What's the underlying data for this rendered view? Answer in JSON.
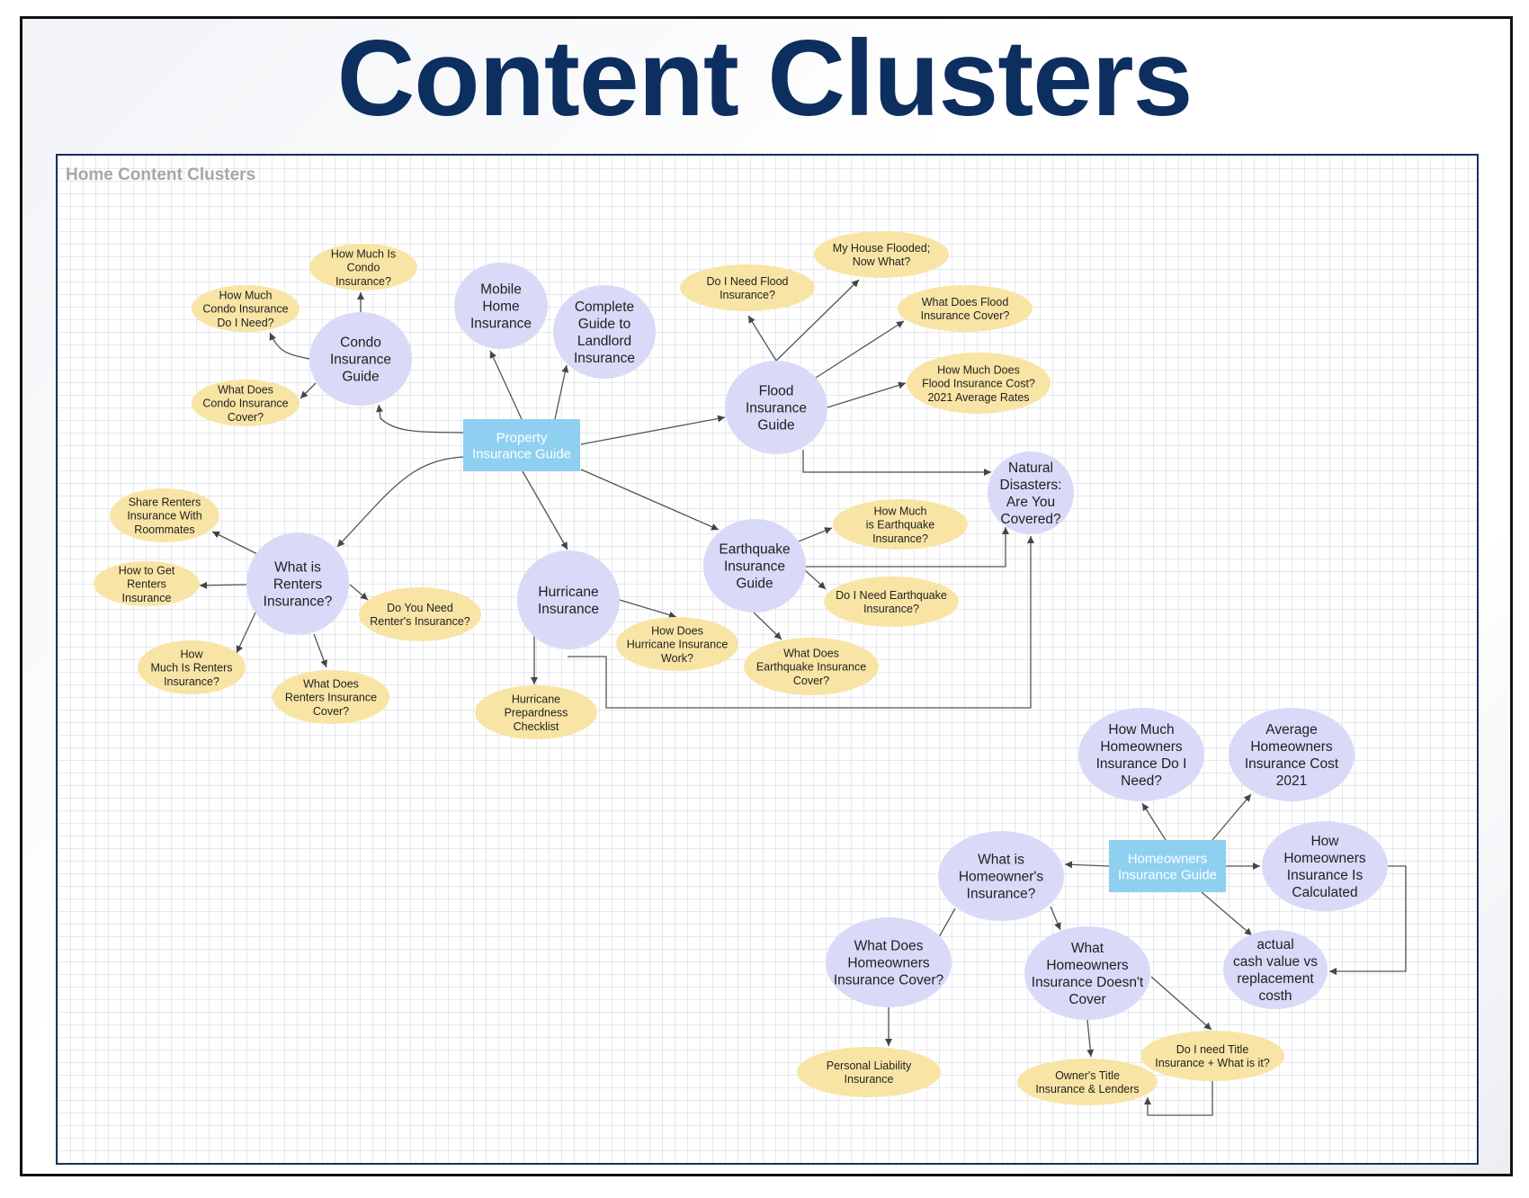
{
  "title": "Content Clusters",
  "diagram_title": "Home Content Clusters",
  "colors": {
    "title": "#0d2f5f",
    "board_border": "#17335c",
    "hub_fill": "#8fd0f1",
    "topic_fill": "#d9daf8",
    "question_fill": "#f8e5a6",
    "edge": "#555555"
  },
  "nodes": [
    {
      "id": "property",
      "kind": "hub",
      "lines": [
        "Property",
        "Insurance Guide"
      ]
    },
    {
      "id": "condo",
      "kind": "topic",
      "lines": [
        "Condo",
        "Insurance",
        "Guide"
      ]
    },
    {
      "id": "mobile",
      "kind": "topic",
      "lines": [
        "Mobile",
        "Home",
        "Insurance"
      ]
    },
    {
      "id": "landlord",
      "kind": "topic",
      "lines": [
        "Complete",
        "Guide to",
        "Landlord",
        "Insurance"
      ]
    },
    {
      "id": "flood",
      "kind": "topic",
      "lines": [
        "Flood",
        "Insurance",
        "Guide"
      ]
    },
    {
      "id": "natural",
      "kind": "topic",
      "lines": [
        "Natural",
        "Disasters:",
        "Are You",
        "Covered?"
      ]
    },
    {
      "id": "renters",
      "kind": "topic",
      "lines": [
        "What is",
        "Renters",
        "Insurance?"
      ]
    },
    {
      "id": "hurricane",
      "kind": "topic",
      "lines": [
        "Hurricane",
        "Insurance"
      ]
    },
    {
      "id": "earthquake",
      "kind": "topic",
      "lines": [
        "Earthquake",
        "Insurance",
        "Guide"
      ]
    },
    {
      "id": "condo_much",
      "kind": "question",
      "lines": [
        "How Much Is",
        "Condo",
        "Insurance?"
      ]
    },
    {
      "id": "condo_need",
      "kind": "question",
      "lines": [
        "How Much",
        "Condo Insurance",
        "Do I Need?"
      ]
    },
    {
      "id": "condo_cover",
      "kind": "question",
      "lines": [
        "What Does",
        "Condo Insurance",
        "Cover?"
      ]
    },
    {
      "id": "flood_need",
      "kind": "question",
      "lines": [
        "Do I Need Flood",
        "Insurance?"
      ]
    },
    {
      "id": "flood_house",
      "kind": "question",
      "lines": [
        "My House Flooded;",
        "Now What?"
      ]
    },
    {
      "id": "flood_cover",
      "kind": "question",
      "lines": [
        "What Does Flood",
        "Insurance Cover?"
      ]
    },
    {
      "id": "flood_cost",
      "kind": "question",
      "lines": [
        "How Much Does",
        "Flood Insurance Cost?",
        "2021 Average Rates"
      ]
    },
    {
      "id": "renters_share",
      "kind": "question",
      "lines": [
        "Share Renters",
        "Insurance With",
        "Roommates"
      ]
    },
    {
      "id": "renters_get",
      "kind": "question",
      "lines": [
        "How to Get",
        "Renters",
        "Insurance"
      ]
    },
    {
      "id": "renters_need",
      "kind": "question",
      "lines": [
        "Do You Need",
        "Renter's Insurance?"
      ]
    },
    {
      "id": "renters_much",
      "kind": "question",
      "lines": [
        "How",
        "Much Is Renters",
        "Insurance?"
      ]
    },
    {
      "id": "renters_cover",
      "kind": "question",
      "lines": [
        "What Does",
        "Renters Insurance",
        "Cover?"
      ]
    },
    {
      "id": "hurricane_check",
      "kind": "question",
      "lines": [
        "Hurricane",
        "Prepardness",
        "Checklist"
      ]
    },
    {
      "id": "hurricane_work",
      "kind": "question",
      "lines": [
        "How Does",
        "Hurricane Insurance",
        "Work?"
      ]
    },
    {
      "id": "eq_much",
      "kind": "question",
      "lines": [
        "How Much",
        "is Earthquake",
        "Insurance?"
      ]
    },
    {
      "id": "eq_need",
      "kind": "question",
      "lines": [
        "Do I Need Earthquake",
        "Insurance?"
      ]
    },
    {
      "id": "eq_cover",
      "kind": "question",
      "lines": [
        "What Does",
        "Earthquake Insurance",
        "Cover?"
      ]
    },
    {
      "id": "homeowners",
      "kind": "hub",
      "lines": [
        "Homeowners",
        "Insurance Guide"
      ]
    },
    {
      "id": "ho_much",
      "kind": "topic",
      "lines": [
        "How Much",
        "Homeowners",
        "Insurance Do I",
        "Need?"
      ]
    },
    {
      "id": "ho_avg",
      "kind": "topic",
      "lines": [
        "Average",
        "Homeowners",
        "Insurance Cost",
        "2021"
      ]
    },
    {
      "id": "ho_what",
      "kind": "topic",
      "lines": [
        "What is",
        "Homeowner's",
        "Insurance?"
      ]
    },
    {
      "id": "ho_calc",
      "kind": "topic",
      "lines": [
        "How",
        "Homeowners",
        "Insurance Is",
        "Calculated"
      ]
    },
    {
      "id": "ho_cover",
      "kind": "topic",
      "lines": [
        "What Does",
        "Homeowners",
        "Insurance Cover?"
      ]
    },
    {
      "id": "ho_notcover",
      "kind": "topic",
      "lines": [
        "What",
        "Homeowners",
        "Insurance Doesn't",
        "Cover"
      ]
    },
    {
      "id": "ho_acv",
      "kind": "topic",
      "lines": [
        "actual",
        "cash value vs",
        "replacement",
        "costh"
      ]
    },
    {
      "id": "ho_liability",
      "kind": "question",
      "lines": [
        "Personal Liability",
        "Insurance"
      ]
    },
    {
      "id": "ho_title_own",
      "kind": "question",
      "lines": [
        "Owner's Title",
        "Insurance & Lenders"
      ]
    },
    {
      "id": "ho_title_need",
      "kind": "question",
      "lines": [
        "Do I need Title",
        "Insurance + What is it?"
      ]
    }
  ],
  "edges": [
    {
      "from": "property",
      "to": "condo"
    },
    {
      "from": "property",
      "to": "mobile"
    },
    {
      "from": "property",
      "to": "landlord"
    },
    {
      "from": "property",
      "to": "flood"
    },
    {
      "from": "property",
      "to": "renters"
    },
    {
      "from": "property",
      "to": "hurricane"
    },
    {
      "from": "property",
      "to": "earthquake"
    },
    {
      "from": "condo",
      "to": "condo_much"
    },
    {
      "from": "condo",
      "to": "condo_need"
    },
    {
      "from": "condo",
      "to": "condo_cover"
    },
    {
      "from": "flood",
      "to": "flood_need"
    },
    {
      "from": "flood",
      "to": "flood_house"
    },
    {
      "from": "flood",
      "to": "flood_cover"
    },
    {
      "from": "flood",
      "to": "flood_cost"
    },
    {
      "from": "flood",
      "to": "natural"
    },
    {
      "from": "renters",
      "to": "renters_share"
    },
    {
      "from": "renters",
      "to": "renters_get"
    },
    {
      "from": "renters",
      "to": "renters_need"
    },
    {
      "from": "renters",
      "to": "renters_much"
    },
    {
      "from": "renters",
      "to": "renters_cover"
    },
    {
      "from": "hurricane",
      "to": "hurricane_check"
    },
    {
      "from": "hurricane",
      "to": "hurricane_work"
    },
    {
      "from": "hurricane",
      "to": "natural"
    },
    {
      "from": "earthquake",
      "to": "eq_much"
    },
    {
      "from": "earthquake",
      "to": "eq_need"
    },
    {
      "from": "earthquake",
      "to": "eq_cover"
    },
    {
      "from": "earthquake",
      "to": "natural"
    },
    {
      "from": "homeowners",
      "to": "ho_much"
    },
    {
      "from": "homeowners",
      "to": "ho_avg"
    },
    {
      "from": "homeowners",
      "to": "ho_what"
    },
    {
      "from": "homeowners",
      "to": "ho_calc"
    },
    {
      "from": "homeowners",
      "to": "ho_acv"
    },
    {
      "from": "ho_calc",
      "to": "ho_acv"
    },
    {
      "from": "ho_what",
      "to": "ho_cover"
    },
    {
      "from": "ho_what",
      "to": "ho_notcover"
    },
    {
      "from": "ho_cover",
      "to": "ho_liability"
    },
    {
      "from": "ho_notcover",
      "to": "ho_title_own"
    },
    {
      "from": "ho_notcover",
      "to": "ho_title_need"
    },
    {
      "from": "ho_title_need",
      "to": "ho_title_own"
    }
  ]
}
